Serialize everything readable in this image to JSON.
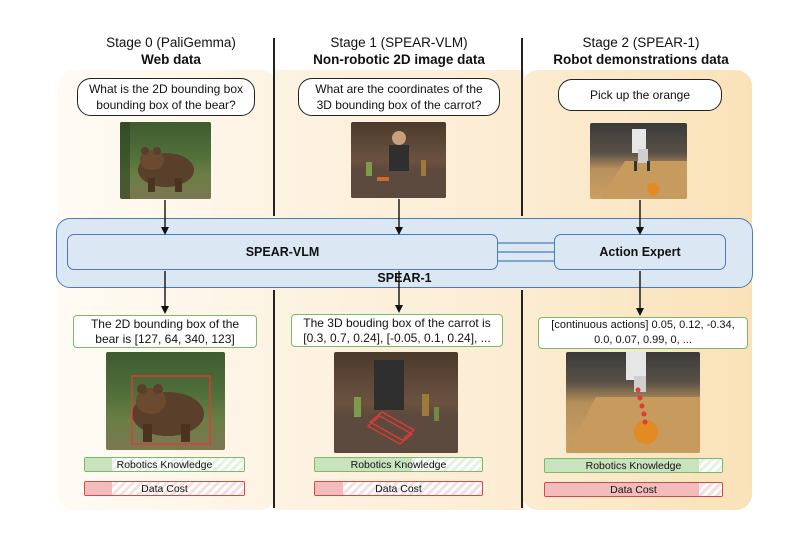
{
  "stages": [
    {
      "title": "Stage 0 (PaliGemma)",
      "subtitle": "Web data",
      "prompt": "What is the 2D bounding box bounding box of the bear?",
      "output": "The 2D bounding box of the bear is [127, 64, 340, 123]",
      "knowledge_label": "Robotics Knowledge",
      "knowledge_level": 0.17,
      "cost_label": "Data Cost",
      "cost_level": 0.17
    },
    {
      "title": "Stage 1 (SPEAR-VLM)",
      "subtitle": "Non-robotic 2D image data",
      "prompt": "What are the coordinates of the 3D bounding box of the carrot?",
      "output": "The 3D bouding box of the carrot is [0.3, 0.7, 0.24], [-0.05, 0.1, 0.24], ...",
      "knowledge_label": "Robotics Knowledge",
      "knowledge_level": 0.58,
      "cost_label": "Data Cost",
      "cost_level": 0.17
    },
    {
      "title": "Stage 2 (SPEAR-1)",
      "subtitle": "Robot demonstrations data",
      "prompt": "Pick up the orange",
      "output": "[continuous actions] 0.05, 0.12, -0.34, 0.0, 0.07, 0.99, 0, ...",
      "knowledge_label": "Robotics Knowledge",
      "knowledge_level": 0.87,
      "cost_label": "Data Cost",
      "cost_level": 0.87
    }
  ],
  "model": {
    "vlm_label": "SPEAR-VLM",
    "expert_label": "Action Expert",
    "system_label": "SPEAR-1"
  },
  "colors": {
    "stage_bg": [
      "#fdf6e8",
      "#fdf3e0",
      "#fce9c6"
    ],
    "model_fill": "#dce7f4",
    "model_border": "#4a7cb8",
    "knowledge": "#7ab86a",
    "cost": "#cc4b4b"
  }
}
